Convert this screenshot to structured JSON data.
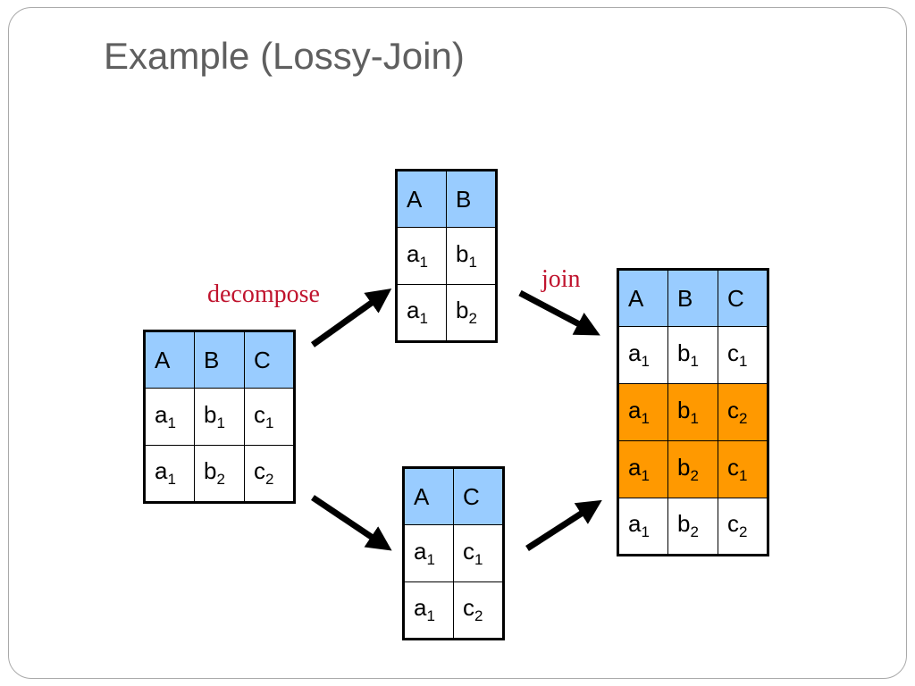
{
  "slide": {
    "title": "Example (Lossy-Join)",
    "labels": {
      "decompose": "decompose",
      "join": "join"
    },
    "colors": {
      "header": "#99ccff",
      "spurious": "#ff9900",
      "label": "#c0142e"
    }
  },
  "tables": {
    "abc": {
      "headers": [
        "A",
        "B",
        "C"
      ],
      "rows": [
        [
          [
            "a",
            "1"
          ],
          [
            "b",
            "1"
          ],
          [
            "c",
            "1"
          ]
        ],
        [
          [
            "a",
            "1"
          ],
          [
            "b",
            "2"
          ],
          [
            "c",
            "2"
          ]
        ]
      ]
    },
    "ab": {
      "headers": [
        "A",
        "B"
      ],
      "rows": [
        [
          [
            "a",
            "1"
          ],
          [
            "b",
            "1"
          ]
        ],
        [
          [
            "a",
            "1"
          ],
          [
            "b",
            "2"
          ]
        ]
      ]
    },
    "ac": {
      "headers": [
        "A",
        "C"
      ],
      "rows": [
        [
          [
            "a",
            "1"
          ],
          [
            "c",
            "1"
          ]
        ],
        [
          [
            "a",
            "1"
          ],
          [
            "c",
            "2"
          ]
        ]
      ]
    },
    "joined": {
      "headers": [
        "A",
        "B",
        "C"
      ],
      "rows": [
        [
          [
            "a",
            "1"
          ],
          [
            "b",
            "1"
          ],
          [
            "c",
            "1"
          ]
        ],
        [
          [
            "a",
            "1"
          ],
          [
            "b",
            "1"
          ],
          [
            "c",
            "2"
          ]
        ],
        [
          [
            "a",
            "1"
          ],
          [
            "b",
            "2"
          ],
          [
            "c",
            "1"
          ]
        ],
        [
          [
            "a",
            "1"
          ],
          [
            "b",
            "2"
          ],
          [
            "c",
            "2"
          ]
        ]
      ],
      "highlighted_rows": [
        1,
        2
      ]
    }
  }
}
